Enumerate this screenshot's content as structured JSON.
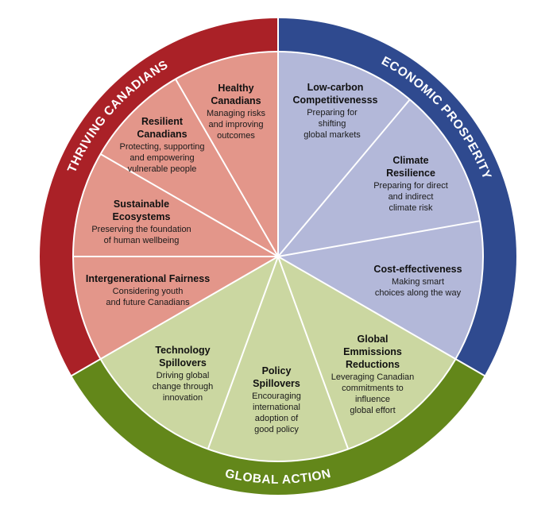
{
  "colors": {
    "thriving_ring": "#aa2127",
    "thriving_fill": "#e3968a",
    "prosperity_ring": "#2f4a8f",
    "prosperity_fill": "#b3b8d9",
    "global_ring": "#63871a",
    "global_fill": "#cbd7a1"
  },
  "ring": {
    "thriving": "THRIVING CANADIANS",
    "prosperity": "ECONOMIC PROSPERITY",
    "global": "GLOBAL ACTION"
  },
  "segments": {
    "low_carbon": {
      "title": [
        "Low-carbon",
        "Competitivenesss"
      ],
      "desc": [
        "Preparing for",
        "shifting",
        "global markets"
      ]
    },
    "climate_resilience": {
      "title": [
        "Climate",
        "Resilience"
      ],
      "desc": [
        "Preparing for direct",
        "and indirect",
        "climate risk"
      ]
    },
    "cost_effectiveness": {
      "title": [
        "Cost-effectiveness"
      ],
      "desc": [
        "Making smart",
        "choices along the way"
      ]
    },
    "global_emissions": {
      "title": [
        "Global",
        "Emmissions",
        "Reductions"
      ],
      "desc": [
        "Leveraging Canadian",
        "commitments to",
        "influence",
        "global effort"
      ]
    },
    "policy_spillovers": {
      "title": [
        "Policy",
        "Spillovers"
      ],
      "desc": [
        "Encouraging",
        "international",
        "adoption of",
        "good policy"
      ]
    },
    "technology_spillovers": {
      "title": [
        "Technology",
        "Spillovers"
      ],
      "desc": [
        "Driving global",
        "change through",
        "innovation"
      ]
    },
    "intergenerational": {
      "title": [
        "Intergenerational Fairness"
      ],
      "desc": [
        "Considering youth",
        "and future Canadians"
      ]
    },
    "sustainable_ecosystems": {
      "title": [
        "Sustainable",
        "Ecosystems"
      ],
      "desc": [
        "Preserving the foundation",
        "of human wellbeing"
      ]
    },
    "resilient_canadians": {
      "title": [
        "Resilient",
        "Canadians"
      ],
      "desc": [
        "Protecting, supporting",
        "and empowering",
        "vulnerable people"
      ]
    },
    "healthy_canadians": {
      "title": [
        "Healthy",
        "Canadians"
      ],
      "desc": [
        "Managing risks",
        "and improving",
        "outcomes"
      ]
    }
  }
}
